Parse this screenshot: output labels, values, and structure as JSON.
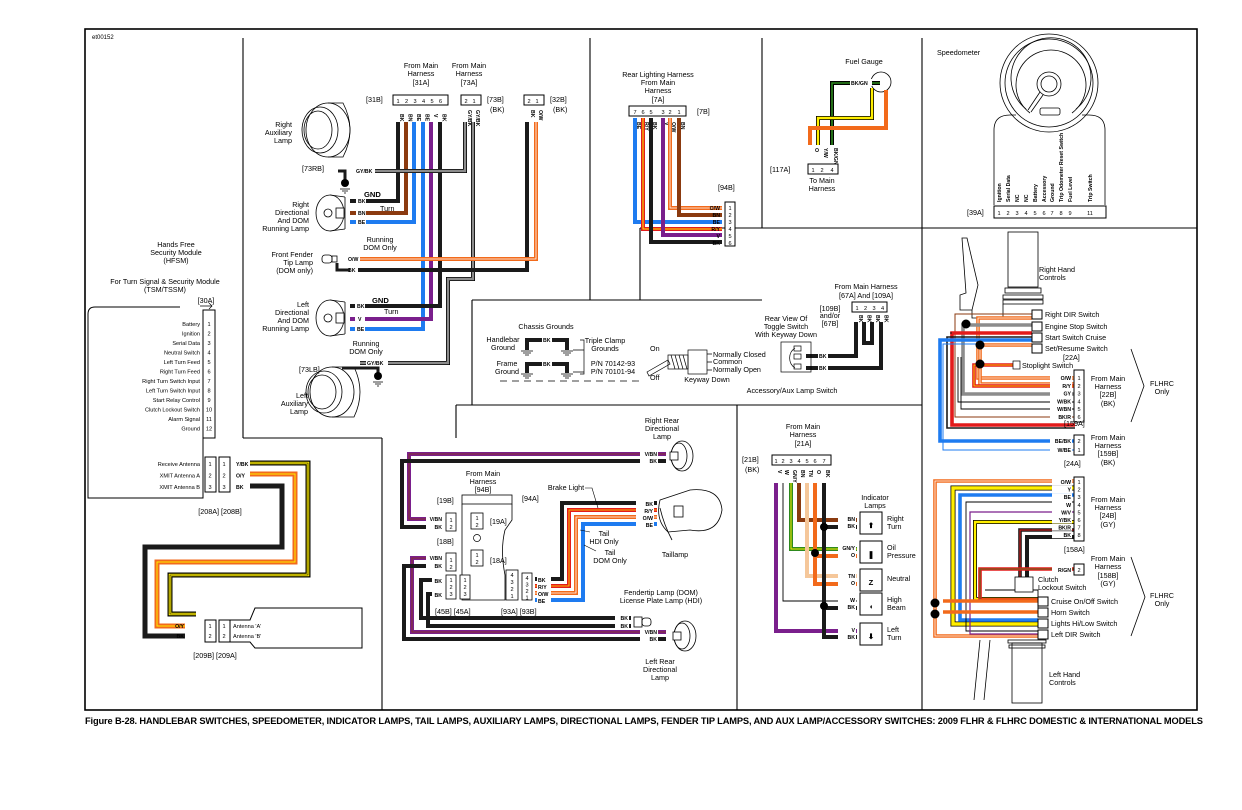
{
  "figure_id": "et00152",
  "caption": "Figure B-28. HANDLEBAR SWITCHES, SPEEDOMETER, INDICATOR LAMPS, TAIL LAMPS, AUXILIARY LAMPS, DIRECTIONAL LAMPS, FENDER TIP LAMPS, AND AUX LAMP/ACCESSORY SWITCHES: 2009 FLHR & FLHRC DOMESTIC & INTERNATIONAL MODELS",
  "wire_colors": {
    "BK": "#1a1a1a",
    "BN": "#8b3a0f",
    "BE": "#1e7bf0",
    "V": "#7a1f8c",
    "O": "#f26a1b",
    "Y": "#ffee00",
    "R": "#e31b1b",
    "GY": "#8c8c8c",
    "GN": "#2d8a1e",
    "TN": "#f5c79a",
    "W": "#ffffff"
  },
  "hfsm": {
    "title_lines": [
      "Hands Free",
      "Security Module",
      "(HFSM)"
    ],
    "subtitle_lines": [
      "For Turn Signal & Security Module",
      "(TSM/TSSM)"
    ],
    "connector": "[30A]",
    "pins": [
      {
        "label": "Battery",
        "pin": "1"
      },
      {
        "label": "Ignition",
        "pin": "2"
      },
      {
        "label": "Serial Data",
        "pin": "3"
      },
      {
        "label": "Neutral Switch",
        "pin": "4"
      },
      {
        "label": "Left Turn Feed",
        "pin": "5"
      },
      {
        "label": "Right Turn Feed",
        "pin": "6"
      },
      {
        "label": "Right Turn Switch Input",
        "pin": "7"
      },
      {
        "label": "Left Turn Switch Input",
        "pin": "8"
      },
      {
        "label": "Start Relay Control",
        "pin": "9"
      },
      {
        "label": "Clutch Lockout Switch",
        "pin": "10"
      },
      {
        "label": "Alarm Signal",
        "pin": "11"
      },
      {
        "label": "Ground",
        "pin": "12"
      }
    ],
    "antenna_pins": [
      {
        "label": "Receive Antenna",
        "pin": "1",
        "wire": "Y/BK"
      },
      {
        "label": "XMIT Antenna A",
        "pin": "2",
        "wire": "O/Y"
      },
      {
        "label": "XMIT Antenna B",
        "pin": "3",
        "wire": "BK"
      }
    ],
    "antenna_connectors": [
      "[208A]",
      "[208B]"
    ],
    "antenna_end_pins": [
      {
        "wire": "O/Y",
        "pin": "1",
        "label": "Antenna 'A'"
      },
      {
        "wire": "BK",
        "pin": "2",
        "label": "Antenna 'B'"
      }
    ],
    "antenna_end_connectors": [
      "[209B]",
      "[209A]"
    ]
  },
  "front_lamps": {
    "harness_31a": {
      "title_lines": [
        "From Main",
        "Harness",
        "[31A]"
      ],
      "connector": "[31B]",
      "pins": [
        "1",
        "2",
        "3",
        "4",
        "5",
        "6"
      ],
      "wires": [
        "BK",
        "BN",
        "BE",
        "BE",
        "V",
        "BK"
      ]
    },
    "harness_73a": {
      "title_lines": [
        "From Main",
        "Harness",
        "[73A]"
      ],
      "connector": "[73B]",
      "connector_note": "(BK)",
      "pins": [
        "2",
        "1"
      ],
      "wires": [
        "GY/BK",
        "GY/BK"
      ]
    },
    "harness_32b": {
      "connector": "[32B]",
      "connector_note": "(BK)",
      "pins": [
        "2",
        "1"
      ],
      "wires": [
        "BK",
        "O/W"
      ]
    },
    "right_aux_lamp": [
      "Right",
      "Auxiliary",
      "Lamp"
    ],
    "right_aux_connector": "[73RB]",
    "right_directional": [
      "Right",
      "Directional",
      "And DOM",
      "Running Lamp"
    ],
    "left_directional": [
      "Left",
      "Directional",
      "And DOM",
      "Running Lamp"
    ],
    "left_aux_lamp": [
      "Left",
      "Auxiliary",
      "Lamp"
    ],
    "left_aux_connector": "[73LB]",
    "front_fender": [
      "Front Fender",
      "Tip Lamp",
      "(DOM only)"
    ],
    "gnd": "GND",
    "turn": "Turn",
    "running_note": [
      "Running",
      "DOM Only"
    ],
    "wire_labels": {
      "gybk": "GY/BK",
      "bk": "BK",
      "bn": "BN",
      "be": "BE",
      "v": "V",
      "ow": "O/W"
    }
  },
  "rear_lighting": {
    "title_lines": [
      "Rear Lighting Harness",
      "From Main",
      "Harness",
      "[7A]"
    ],
    "connector": "[7B]",
    "pins": [
      "7",
      "6",
      "5",
      "3",
      "2",
      "1"
    ],
    "wires": [
      "BE",
      "R/Y",
      "BK",
      "V",
      "O/W",
      "BN"
    ],
    "end_connector": "[94B]",
    "end_pins": [
      {
        "wire": "O/W",
        "pin": "1"
      },
      {
        "wire": "BN",
        "pin": "2"
      },
      {
        "wire": "BE",
        "pin": "3"
      },
      {
        "wire": "R/Y",
        "pin": "4"
      },
      {
        "wire": "V",
        "pin": "5"
      },
      {
        "wire": "BK",
        "pin": "6"
      }
    ]
  },
  "fuel_gauge": {
    "title": "Fuel Gauge",
    "connector": "[117A]",
    "pins": [
      "1",
      "2",
      "4"
    ],
    "wires": [
      "O",
      "Y/W",
      "BK/GN"
    ],
    "gauge_wire": "BK/GN",
    "footer_lines": [
      "To Main",
      "Harness"
    ]
  },
  "speedometer": {
    "title": "Speedometer",
    "connector": "[39A]",
    "pins": [
      {
        "pin": "1",
        "label": "Ignition"
      },
      {
        "pin": "2",
        "label": "Serial Data"
      },
      {
        "pin": "3",
        "label": "NC"
      },
      {
        "pin": "4",
        "label": "NC"
      },
      {
        "pin": "5",
        "label": "Battery"
      },
      {
        "pin": "6",
        "label": "Accessory"
      },
      {
        "pin": "7",
        "label": "Ground"
      },
      {
        "pin": "8",
        "label": "Trip Odometer Reset Switch"
      },
      {
        "pin": "9",
        "label": "Fuel Level"
      },
      {
        "pin": "11",
        "label": "Trip Switch"
      }
    ]
  },
  "chassis_grounds": {
    "title": "Chassis Grounds",
    "handlebar": [
      "Handlebar",
      "Ground"
    ],
    "frame": [
      "Frame",
      "Ground"
    ],
    "triple_clamp": [
      "Triple Clamp",
      "Grounds"
    ],
    "part_numbers": [
      "P/N 70142-93",
      "P/N 70101-94"
    ],
    "wire": "BK"
  },
  "aux_switch": {
    "title": "Accessory/Aux Lamp Switch",
    "harness_lines": [
      "From Main Harness",
      "[67A] And [109A]"
    ],
    "connector_lines": [
      "[109B]",
      "and/or",
      "[67B]"
    ],
    "pins": [
      "1",
      "2",
      "3",
      "4"
    ],
    "toggle_title": [
      "Rear View Of",
      "Toggle Switch",
      "With Keyway Down"
    ],
    "on": "On",
    "off": "Off",
    "positions": [
      "Normally Closed",
      "Common",
      "Normally Open"
    ],
    "keyway": "Keyway Down",
    "wire": "BK"
  },
  "right_hand": {
    "title_lines": [
      "Right Hand",
      "Controls"
    ],
    "switches": [
      "Right DIR Switch",
      "Engine Stop Switch",
      "Start Switch Cruise",
      "Set/Resume Switch"
    ],
    "stoplight": "Stoplight Switch",
    "connector_top": "[22A]",
    "pins": [
      {
        "wire": "O/W",
        "pin": "1"
      },
      {
        "wire": "R/Y",
        "pin": "2"
      },
      {
        "wire": "GY",
        "pin": "3"
      },
      {
        "wire": "W/BK",
        "pin": "4"
      },
      {
        "wire": "W/BN",
        "pin": "5"
      },
      {
        "wire": "BK/R",
        "pin": "6"
      }
    ],
    "harness_lines": [
      "From Main",
      "Harness",
      "[22B]",
      "(BK)"
    ],
    "connector_bottom": "[159A]",
    "pins2": [
      {
        "wire": "BE/BK",
        "pin": "2"
      },
      {
        "wire": "W/BE",
        "pin": "1"
      }
    ],
    "harness2_lines": [
      "From Main",
      "Harness",
      "[159B]",
      "(BK)"
    ],
    "connector_bottom2": "[24A]",
    "flhrc": [
      "FLHRC",
      "Only"
    ]
  },
  "left_hand": {
    "title_lines": [
      "Left Hand",
      "Controls"
    ],
    "pins": [
      {
        "wire": "O/W",
        "pin": "1"
      },
      {
        "wire": "Y",
        "pin": "2"
      },
      {
        "wire": "BE",
        "pin": "3"
      },
      {
        "wire": "W",
        "pin": "4"
      },
      {
        "wire": "W/V",
        "pin": "5"
      },
      {
        "wire": "Y/BK",
        "pin": "6"
      },
      {
        "wire": "BK/R",
        "pin": "7"
      },
      {
        "wire": "BK",
        "pin": "8"
      }
    ],
    "harness_lines": [
      "From Main",
      "Harness",
      "[24B]",
      "(GY)"
    ],
    "connector": "[158A]",
    "pins2": [
      {
        "wire": "R/GN",
        "pin": "2"
      }
    ],
    "harness2_lines": [
      "From Main",
      "Harness",
      "[158B]",
      "(GY)"
    ],
    "clutch": [
      "Clutch",
      "Lockout Switch"
    ],
    "switches": [
      "Cruise On/Off Switch",
      "Horn Switch",
      "Lights Hi/Low Switch",
      "Left DIR Switch"
    ],
    "flhrc": [
      "FLHRC",
      "Only"
    ]
  },
  "rear_lamps": {
    "right_rear": [
      "Right Rear",
      "Directional",
      "Lamp"
    ],
    "left_rear": [
      "Left Rear",
      "Directional",
      "Lamp"
    ],
    "harness_lines": [
      "From  Main",
      "Harness",
      "[94B]"
    ],
    "connector_94a": "[94A]",
    "pins_94": [
      "6",
      "5",
      "4",
      "3",
      "2",
      "1"
    ],
    "connectors": {
      "c19b": "[19B]",
      "c19a": "[19A]",
      "c18b": "[18B]",
      "c18a": "[18A]",
      "c45b": "[45B]",
      "c45a": "[45A]",
      "c93a": "[93A]",
      "c93b": "[93B]"
    },
    "brake_light": "Brake Light",
    "tail_hdi": [
      "Tail",
      "HDI Only"
    ],
    "tail_dom": [
      "Tail",
      "DOM Only"
    ],
    "taillamp": "Taillamp",
    "fendertip": [
      "Fendertip Lamp (DOM)",
      "License Plate Lamp (HDI)"
    ],
    "tail_wires": [
      "BK",
      "R/Y",
      "O/W",
      "BE"
    ],
    "dir_wires": [
      "V/BN",
      "BK"
    ]
  },
  "indicators": {
    "harness_lines": [
      "From Main",
      "Harness",
      "[21A]"
    ],
    "connector": "[21B]",
    "connector_note": "(BK)",
    "pins": [
      "1",
      "2",
      "3",
      "4",
      "5",
      "6",
      "7"
    ],
    "wires": [
      "V",
      "W",
      "GN/Y",
      "BN",
      "TN",
      "O",
      "BK"
    ],
    "title_lines": [
      "Indicator",
      "Lamps"
    ],
    "lamps": [
      {
        "label": [
          "Right",
          "Turn"
        ],
        "wires": [
          "BN",
          "BK"
        ]
      },
      {
        "label": [
          "Oil",
          "Pressure"
        ],
        "wires": [
          "GN/Y",
          "O"
        ]
      },
      {
        "label": [
          "Neutral"
        ],
        "wires": [
          "TN",
          "O"
        ]
      },
      {
        "label": [
          "High",
          "Beam"
        ],
        "wires": [
          "W",
          "BK"
        ]
      },
      {
        "label": [
          "Left",
          "Turn"
        ],
        "wires": [
          "V",
          "BK"
        ]
      }
    ]
  }
}
